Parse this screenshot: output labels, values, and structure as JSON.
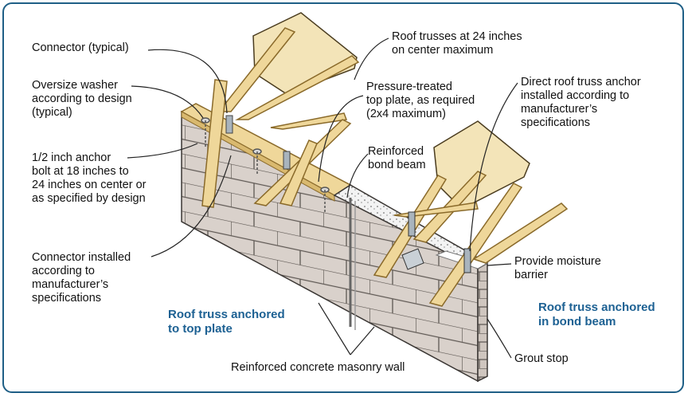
{
  "labels": {
    "connector_typical": "Connector (typical)",
    "oversize_washer": "Oversize washer\naccording to design\n(typical)",
    "anchor_bolt": "1/2 inch anchor\nbolt at 18 inches to\n24 inches on center or\nas specified by design",
    "connector_installed": "Connector installed\naccording to\nmanufacturer’s\nspecifications",
    "roof_trusses": "Roof trusses at 24 inches\non center maximum",
    "top_plate": "Pressure-treated\ntop plate, as required\n(2x4 maximum)",
    "bond_beam": "Reinforced\nbond beam",
    "direct_anchor": "Direct roof truss anchor\ninstalled according to\nmanufacturer’s\nspecifications",
    "moisture_barrier": "Provide moisture\nbarrier",
    "grout_stop": "Grout stop",
    "masonry_wall": "Reinforced concrete masonry wall"
  },
  "captions": {
    "top_plate": "Roof truss anchored\nto top plate",
    "bond_beam": "Roof truss anchored\nin bond beam"
  },
  "colors": {
    "frame": "#1f5f86",
    "caption": "#1d6193",
    "block": "#d9d1cb",
    "block_shadow": "#b9aea6",
    "wood": "#efd79a",
    "wood_edge": "#8a6a2a",
    "grout": "#f3f3f3",
    "metal": "#a9b4bd"
  }
}
